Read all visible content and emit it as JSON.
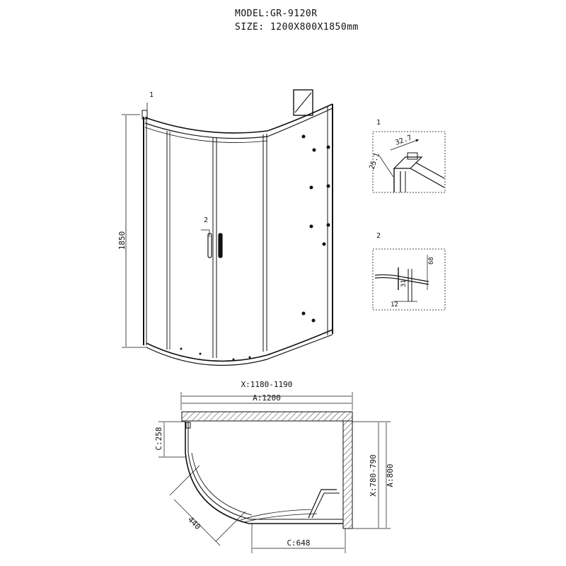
{
  "header": {
    "model": "MODEL:GR-9120R",
    "size": "SIZE: 1200X800X1850mm"
  },
  "front_view": {
    "callout_1": "1",
    "callout_2": "2",
    "height_dim": "1850"
  },
  "detail_1": {
    "label": "1",
    "dim_a": "32.7",
    "dim_b": "25.1"
  },
  "detail_2": {
    "label": "2",
    "dim_a": "68",
    "dim_b": "31",
    "dim_c": "12"
  },
  "plan_view": {
    "x_width": "X:1180-1190",
    "a_width": "A:1200",
    "c_left": "C:258",
    "diag": "440",
    "c_bottom": "C:648",
    "x_depth": "X:780-790",
    "a_depth": "A:800"
  }
}
